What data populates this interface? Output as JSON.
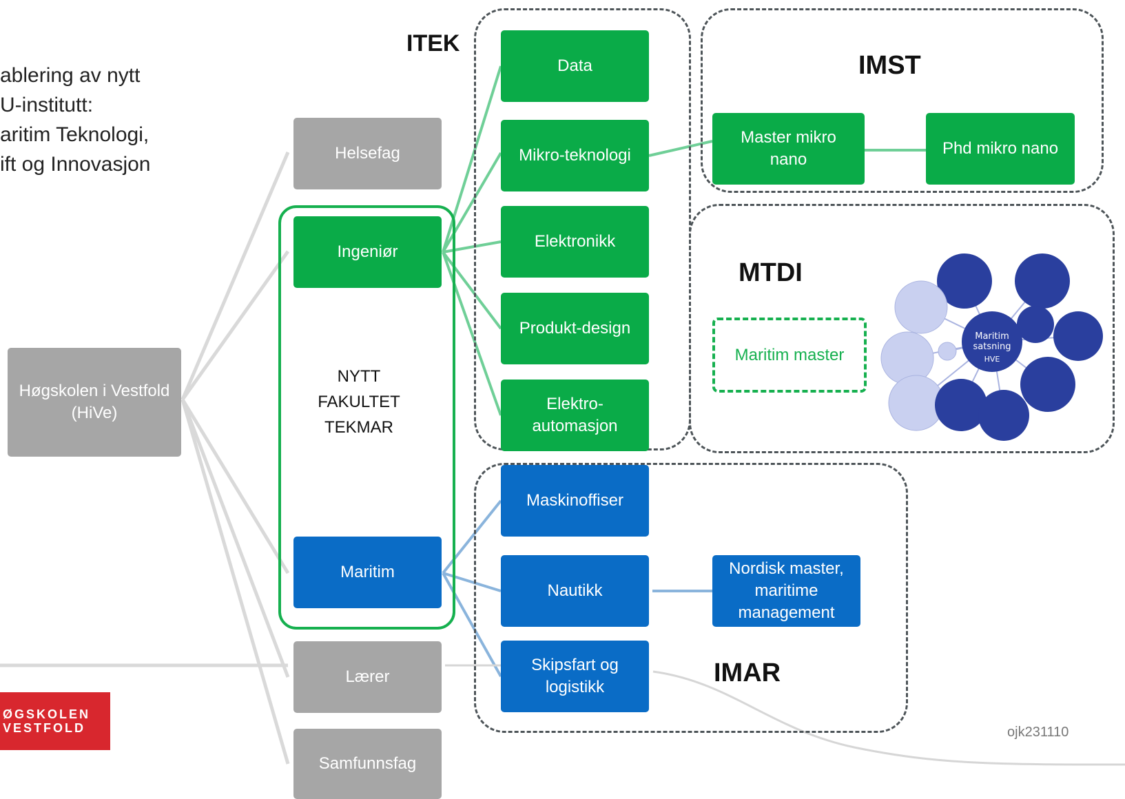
{
  "intro": {
    "lines": [
      "ablering av nytt",
      "U-institutt:",
      "aritim Teknologi,",
      "ift og Innovasjon"
    ]
  },
  "root": {
    "label": "Høgskolen i Vestfold (HiVe)"
  },
  "faculties": {
    "helsefag": "Helsefag",
    "ingenior": "Ingeniør",
    "maritim": "Maritim",
    "laerer": "Lærer",
    "samfunnsfag": "Samfunnsfag"
  },
  "tekmar": {
    "lines": [
      "NYTT",
      "FAKULTET",
      "TEKMAR"
    ]
  },
  "groups": {
    "itek": "ITEK",
    "imst": "IMST",
    "mtdi": "MTDI",
    "imar": "IMAR"
  },
  "itek_items": {
    "data": "Data",
    "mikro": "Mikro-teknologi",
    "elektronikk": "Elektronikk",
    "produkt": "Produkt-design",
    "elektro": "Elektro-automasjon"
  },
  "imst_items": {
    "master": "Master mikro nano",
    "phd": "Phd mikro nano"
  },
  "mtdi_items": {
    "maritim_master": "Maritim master",
    "mindmap_center": "Maritim satsning HVE"
  },
  "imar_items": {
    "maskinoffiser": "Maskinoffiser",
    "nautikk": "Nautikk",
    "skipsfart": "Skipsfart og logistikk",
    "nordisk": "Nordisk master, maritime management"
  },
  "logo": {
    "line1": "ØGSKOLEN",
    "line2": "VESTFOLD"
  },
  "stamp": "ojk231110",
  "colors": {
    "grey": "#a6a6a6",
    "green": "#0aab48",
    "blue": "#0a6cc6",
    "connector_grey": "#d9d9d9",
    "connector_green": "#6fcf97",
    "connector_blue": "#8ab4dc",
    "dashed_border": "#4d5458",
    "logo_red": "#d8272e"
  }
}
